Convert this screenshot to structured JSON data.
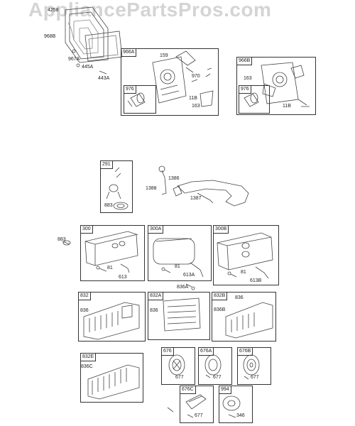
{
  "watermark": "AppliancePartsPros.com",
  "callouts": {
    "p4258": "4258",
    "p968B": "968B",
    "p967A": "967A",
    "p445A": "445A",
    "p443A": "443A",
    "p159": "159",
    "p970": "970",
    "p11B_a": "11B",
    "p163_a": "163",
    "p163_b": "163",
    "p11B_b": "11B",
    "p883_a": "883",
    "p1386": "1386",
    "p1388": "1388",
    "p1387": "1387",
    "p883_b": "883",
    "p81_a": "81",
    "p613": "613",
    "p81_b": "81",
    "p613A": "613A",
    "p81_c": "81",
    "p613B": "613B",
    "p836A": "836A",
    "p836_a": "836",
    "p836_b": "836",
    "p836_c": "836",
    "p836B": "836B",
    "p836C": "836C",
    "p677_a": "677",
    "p677_b": "677",
    "p677_c": "677",
    "p677_d": "677",
    "p346": "346"
  },
  "boxes": {
    "b966A": "966A",
    "b976_a": "976",
    "b966B": "966B",
    "b976_b": "976",
    "b291": "291",
    "b300": "300",
    "b300A": "300A",
    "b300B": "300B",
    "b832": "832",
    "b832A": "832A",
    "b832B": "832B",
    "b832E": "832E",
    "b676": "676",
    "b676A": "676A",
    "b676B": "676B",
    "b676C": "676C",
    "b994": "994"
  }
}
